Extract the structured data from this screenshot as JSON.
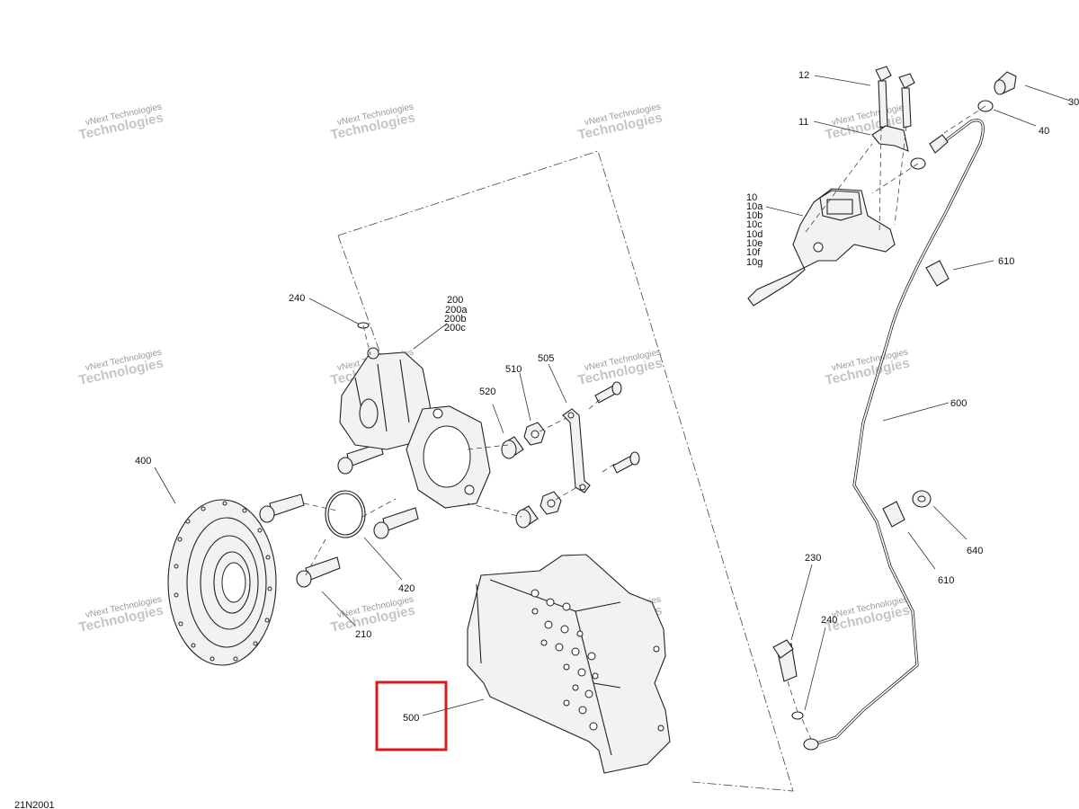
{
  "drawing_code": "21N2001",
  "watermark": {
    "line1": "vNext Technologies",
    "line2": "Technologies"
  },
  "callouts": {
    "c12": "12",
    "c11": "11",
    "c30": "30",
    "c40": "40",
    "c10_group": [
      "10",
      "10a",
      "10b",
      "10c",
      "10d",
      "10e",
      "10f",
      "10g"
    ],
    "c610_top": "610",
    "c240_top": "240",
    "c200_group": [
      "200",
      "200a",
      "200b",
      "200c"
    ],
    "c505": "505",
    "c510": "510",
    "c520": "520",
    "c400": "400",
    "c420": "420",
    "c210": "210",
    "c600": "600",
    "c640": "640",
    "c610_bottom": "610",
    "c230": "230",
    "c240_bottom": "240",
    "c500": "500"
  },
  "highlight": {
    "part": "500",
    "color": "#d81b1b"
  }
}
